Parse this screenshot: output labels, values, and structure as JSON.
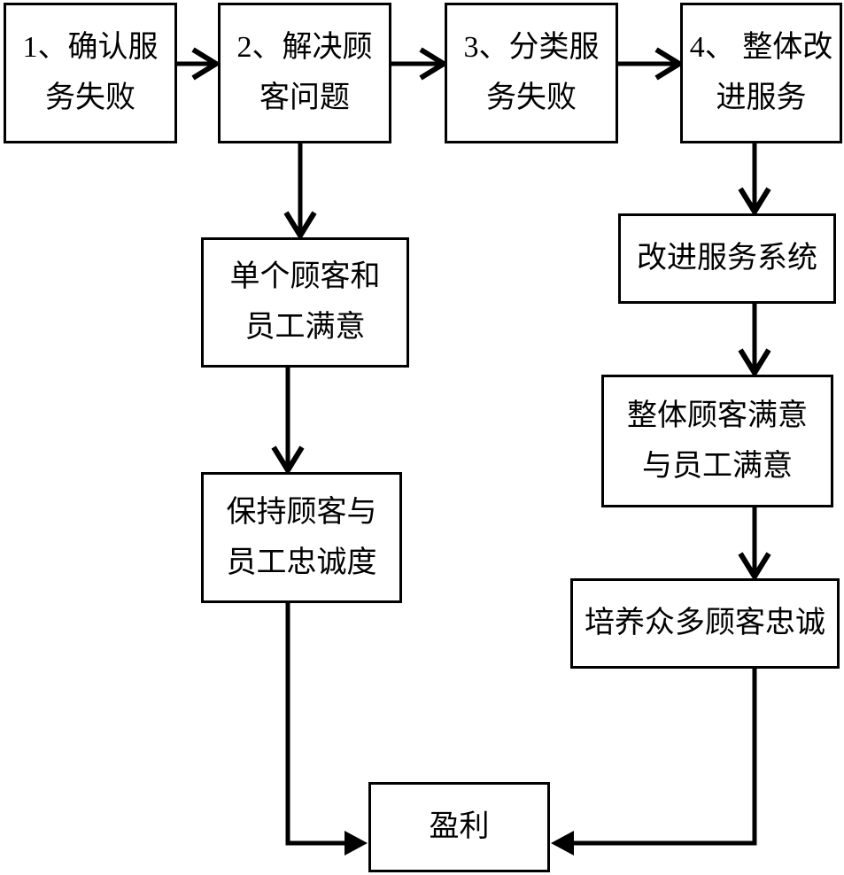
{
  "page": {
    "background_color": "#ffffff",
    "ink_color": "#000000"
  },
  "diagram": {
    "type": "flowchart",
    "title": "",
    "nodes": {
      "step1": {
        "text": "1、确认服务失败",
        "lines": [
          "1、确认服",
          "务失败"
        ]
      },
      "step2": {
        "text": "2、解决顾客问题",
        "lines": [
          "2、解决顾",
          "客问题"
        ]
      },
      "step3": {
        "text": "3、分类服务失败",
        "lines": [
          "3、分类服",
          "务失败"
        ]
      },
      "step4": {
        "text": "4、整体改进服务",
        "lines": [
          "4、 整体改",
          "进服务"
        ]
      },
      "individual_satisfaction": {
        "text": "单个顾客和员工满意",
        "lines": [
          "单个顾客和",
          "员工满意"
        ]
      },
      "maintain_loyalty": {
        "text": "保持顾客与员工忠诚度",
        "lines": [
          "保持顾客与",
          "员工忠诚度"
        ]
      },
      "improve_system": {
        "text": "改进服务系统",
        "lines": [
          "改进服务系统"
        ]
      },
      "overall_satisfaction": {
        "text": "整体顾客满意与员工满意",
        "lines": [
          "整体顾客满意",
          "与员工满意"
        ]
      },
      "cultivate_loyalty": {
        "text": "培养众多顾客忠诚",
        "lines": [
          "培养众多顾客忠诚"
        ]
      },
      "profit": {
        "text": "盈利",
        "lines": [
          "盈利"
        ]
      }
    },
    "edges": [
      {
        "from": "step1",
        "to": "step2",
        "direction": "right",
        "head": "open-v"
      },
      {
        "from": "step2",
        "to": "step3",
        "direction": "right",
        "head": "open-v"
      },
      {
        "from": "step3",
        "to": "step4",
        "direction": "right",
        "head": "open-v"
      },
      {
        "from": "step2",
        "to": "individual_satisfaction",
        "direction": "down",
        "head": "open-v"
      },
      {
        "from": "individual_satisfaction",
        "to": "maintain_loyalty",
        "direction": "down",
        "head": "open-v"
      },
      {
        "from": "step4",
        "to": "improve_system",
        "direction": "down",
        "head": "open-v"
      },
      {
        "from": "improve_system",
        "to": "overall_satisfaction",
        "direction": "down",
        "head": "open-v"
      },
      {
        "from": "overall_satisfaction",
        "to": "cultivate_loyalty",
        "direction": "down",
        "head": "open-v"
      },
      {
        "from": "maintain_loyalty",
        "to": "profit",
        "direction": "down-right",
        "head": "filled-triangle"
      },
      {
        "from": "cultivate_loyalty",
        "to": "profit",
        "direction": "down-left",
        "head": "filled-triangle"
      }
    ]
  }
}
